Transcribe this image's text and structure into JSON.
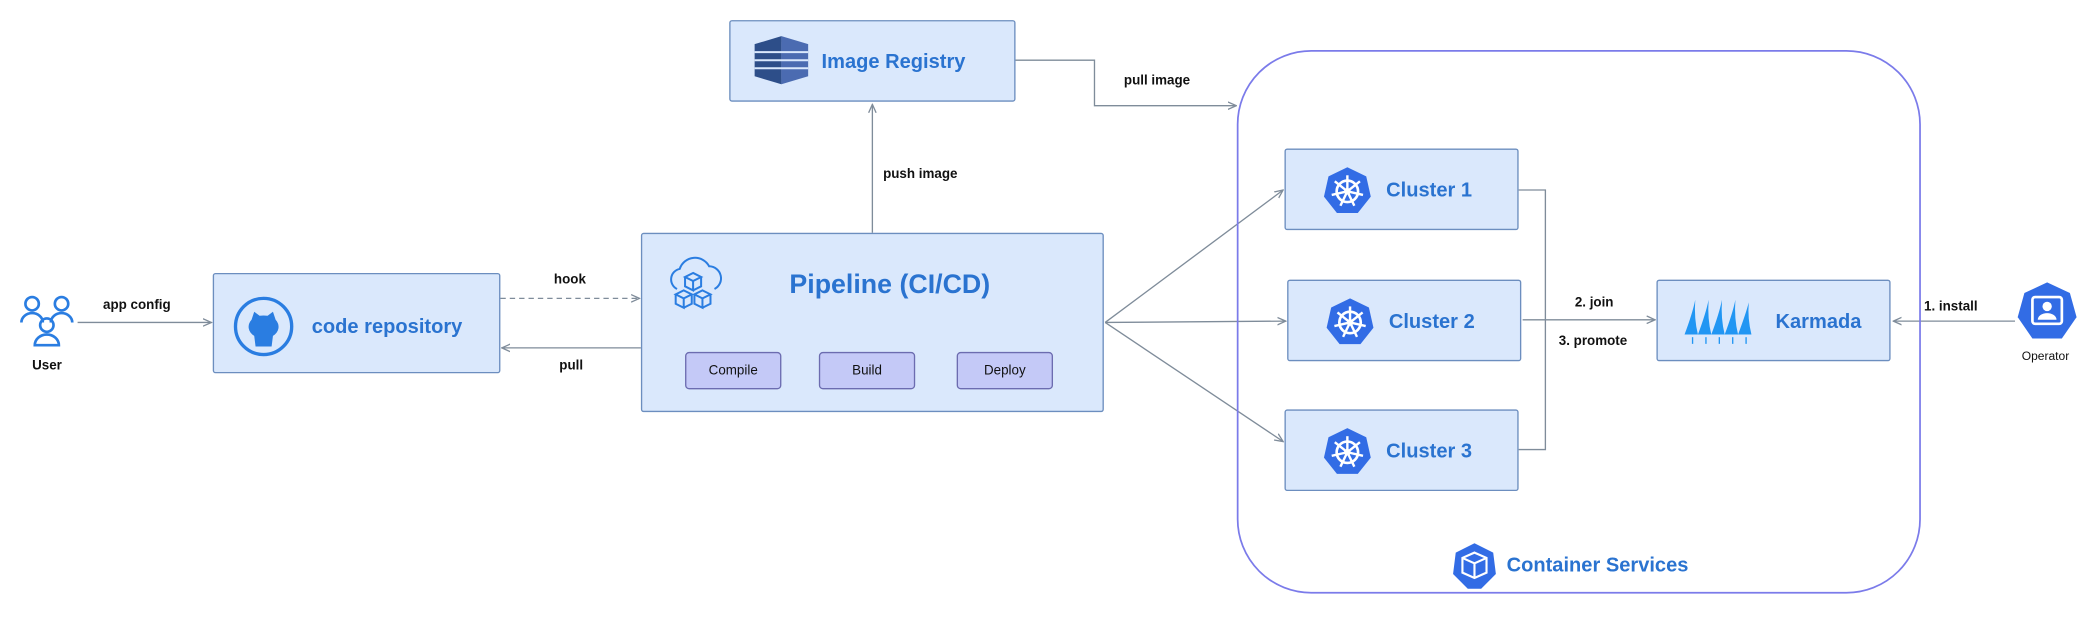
{
  "nodes": {
    "user": "User",
    "code_repository": "code repository",
    "image_registry": "Image Registry",
    "pipeline": "Pipeline (CI/CD)",
    "pipeline_stages": [
      "Compile",
      "Build",
      "Deploy"
    ],
    "clusters": [
      "Cluster 1",
      "Cluster 2",
      "Cluster 3"
    ],
    "karmada": "Karmada",
    "operator": "Operator",
    "container_services": "Container Services"
  },
  "edges": {
    "app_config": "app config",
    "hook": "hook",
    "pull": "pull",
    "push_image": "push image",
    "pull_image": "pull image",
    "join": "2. join",
    "promote": "3. promote",
    "install": "1. install"
  },
  "colors": {
    "box_fill": "#dae8fc",
    "box_border": "#6c8ebf",
    "label_blue": "#2a73d0",
    "icon_blue": "#326ce5",
    "stage_fill": "#c4c9f7",
    "container_border": "#7b7bea",
    "edge": "#7f8c9a"
  },
  "icons": [
    "users-icon",
    "github-icon",
    "registry-icon",
    "cloud-cubes-icon",
    "kubernetes-icon",
    "karmada-sails-icon",
    "operator-icon",
    "container-cube-icon"
  ]
}
